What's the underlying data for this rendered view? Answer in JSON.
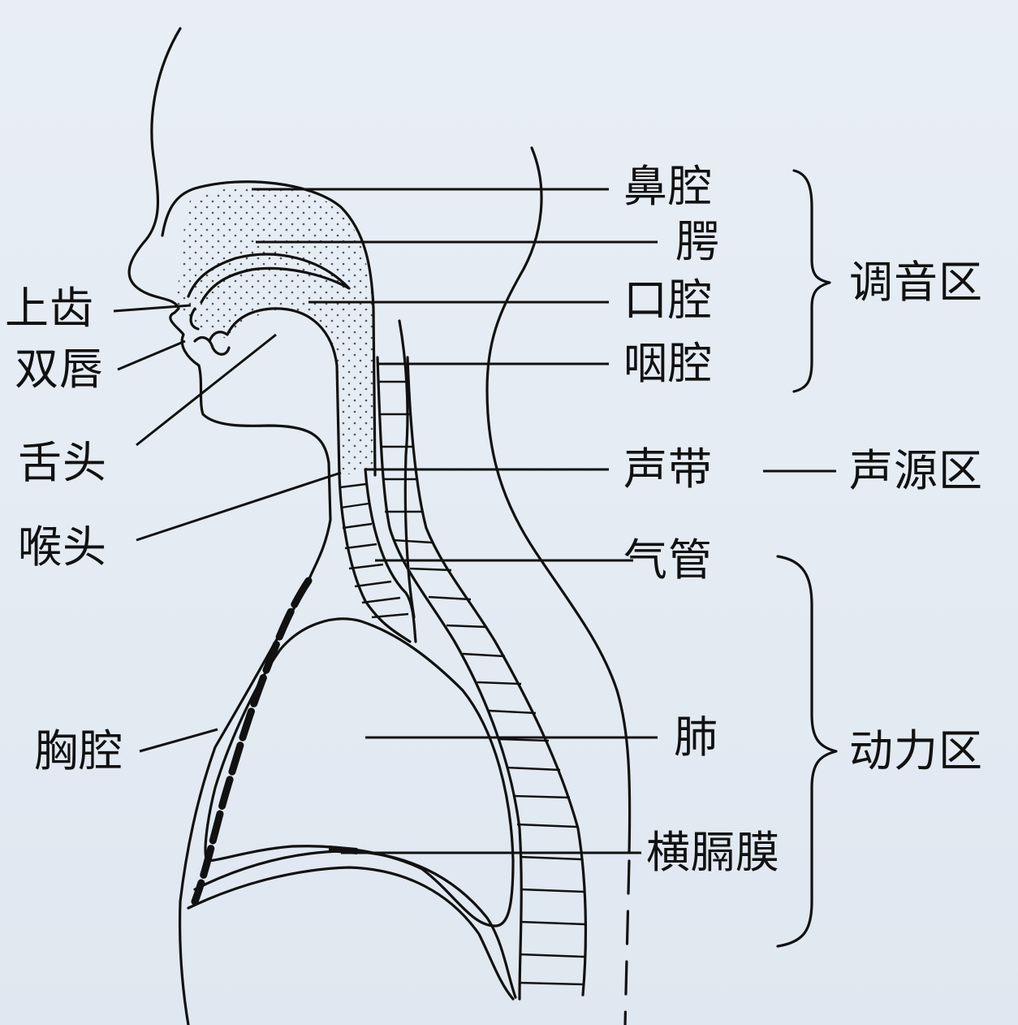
{
  "labels": {
    "nasal_cavity": "鼻腔",
    "palate": "腭",
    "oral_cavity": "口腔",
    "pharynx": "咽腔",
    "vocal_cords": "声带",
    "trachea": "气管",
    "lung": "肺",
    "diaphragm": "横膈膜",
    "upper_teeth": "上齿",
    "lips": "双唇",
    "tongue": "舌头",
    "larynx": "喉头",
    "thorax": "胸腔"
  },
  "regions": {
    "articulation": "调音区",
    "source": "声源区",
    "power": "动力区"
  },
  "colors": {
    "ink": "#111111",
    "background": "#e6ecf3"
  }
}
